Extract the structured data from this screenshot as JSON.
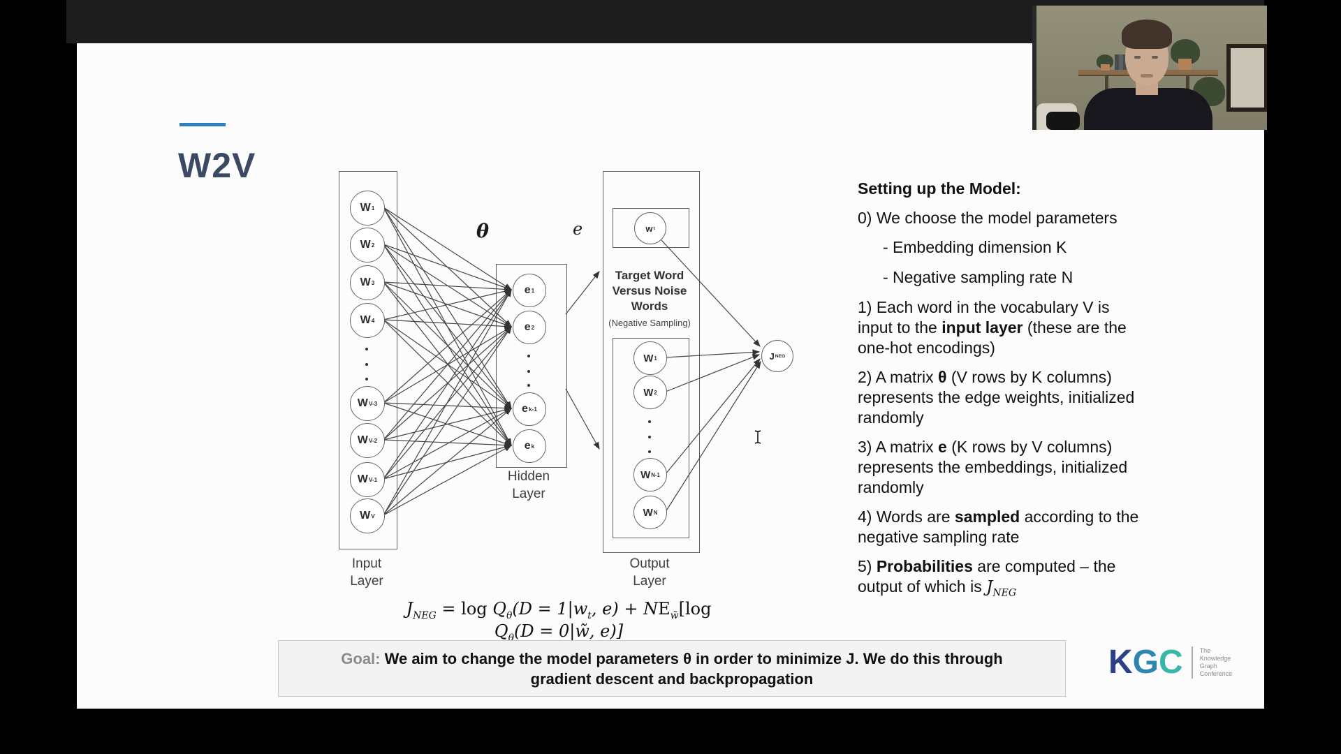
{
  "slide": {
    "title": "W2V",
    "diagram": {
      "theta_label": "θ",
      "e_label": "e",
      "input": {
        "label1": "Input",
        "label2": "Layer",
        "nodes": [
          {
            "m": "W",
            "s": "1"
          },
          {
            "m": "W",
            "s": "2"
          },
          {
            "m": "W",
            "s": "3"
          },
          {
            "m": "W",
            "s": "4"
          },
          {
            "m": "W",
            "s": "V-3"
          },
          {
            "m": "W",
            "s": "V-2"
          },
          {
            "m": "W",
            "s": "V-1"
          },
          {
            "m": "W",
            "s": "V"
          }
        ]
      },
      "hidden": {
        "label1": "Hidden",
        "label2": "Layer",
        "nodes": [
          {
            "m": "e",
            "s": "1"
          },
          {
            "m": "e",
            "s": "2"
          },
          {
            "m": "e",
            "s": "k-1"
          },
          {
            "m": "e",
            "s": "k"
          }
        ]
      },
      "output": {
        "label1": "Output",
        "label2": "Layer",
        "target_node": {
          "m": "w",
          "s": "t"
        },
        "caption1": "Target Word",
        "caption2": "Versus Noise",
        "caption3": "Words",
        "caption_small": "(Negative Sampling)",
        "noise_nodes": [
          {
            "m": "W",
            "s": "1"
          },
          {
            "m": "W",
            "s": "2"
          },
          {
            "m": "W",
            "s": "N-1"
          },
          {
            "m": "W",
            "s": "N"
          }
        ],
        "j_node": {
          "m": "J",
          "s": "NEG"
        }
      }
    },
    "right_panel": {
      "heading": "Setting up the Model:",
      "p0": "0) We choose the model parameters",
      "sub1": "- Embedding dimension K",
      "sub2": "- Negative sampling rate N",
      "p1a": "1) Each word in the vocabulary V is input to the ",
      "p1b": "input layer",
      "p1c": " (these are the one-hot encodings)",
      "p2a": "2) A matrix ",
      "p2b": "θ",
      "p2c": " (V rows by K columns) represents the edge weights, initialized randomly",
      "p3a": "3) A matrix ",
      "p3b": "e",
      "p3c": " (K rows by V columns) represents the embeddings, initialized randomly",
      "p4a": "4) Words are ",
      "p4b": "sampled",
      "p4c": " according to the negative sampling rate",
      "p5a": "5) ",
      "p5b": "Probabilities",
      "p5c": " are computed – the output of which is ",
      "p5d": "J",
      "p5e": "NEG"
    },
    "formula": {
      "j": "J",
      "jsub": "NEG",
      "eq": " = log ",
      "q1": "Q",
      "q1sub": "θ",
      "mid1": "(D = 1|w",
      "tsub": "t",
      "mid2": ", e) + N",
      "bbE": "E",
      "wsub": "w̃",
      "mid3": "[log ",
      "q2": "Q",
      "q2sub": "θ",
      "mid4": "(D = 0|w̃, e)]"
    },
    "goal": {
      "label": "Goal: ",
      "text": "We aim to change the model parameters θ in order to minimize J. We do this through gradient descent and backpropagation"
    },
    "logo": {
      "k": "K",
      "g": "G",
      "c": "C",
      "line1": "The",
      "line2": "Knowledge",
      "line3": "Graph",
      "line4": "Conference"
    }
  }
}
